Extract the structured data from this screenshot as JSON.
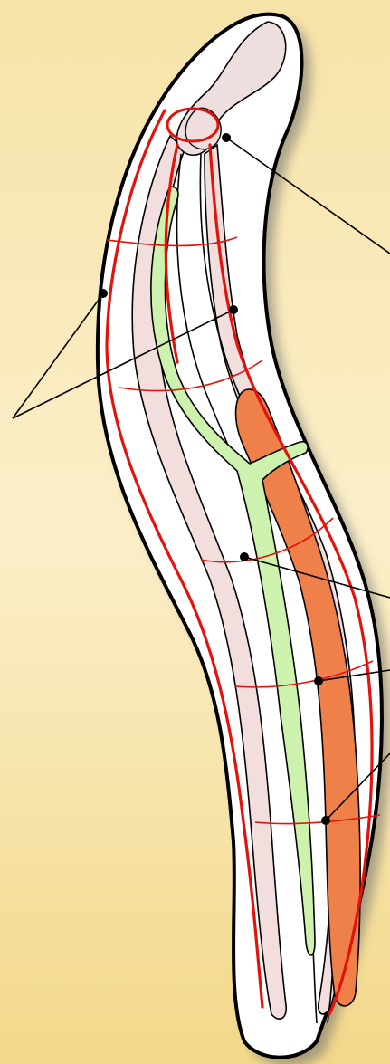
{
  "diagram": {
    "kind": "nematode-nervous-system-schematic",
    "labels": [],
    "colors": {
      "background_top": "#f7e3a8",
      "background_mid": "#fbefc9",
      "background_bottom": "#f2d88a",
      "body_fill": "#ffffff",
      "body_outline": "#000000",
      "body_shadow": "#6b6b6b",
      "muscle_fill": "#f1dedd",
      "pharynx_fill": "#efdede",
      "nerve_red": "#e3120b",
      "intestine_green": "#cdf2ad",
      "gonad_orange": "#f0804a",
      "pointer_line": "#000000"
    },
    "parts": [
      {
        "name": "nerve-ring",
        "color_key": "nerve_red"
      },
      {
        "name": "lateral-nerve-cord",
        "color_key": "nerve_red"
      },
      {
        "name": "dorsal-nerve-cord",
        "color_key": "nerve_red"
      },
      {
        "name": "ventral-nerve-cord",
        "color_key": "nerve_red"
      },
      {
        "name": "commissures",
        "color_key": "nerve_red"
      },
      {
        "name": "excretory-canal",
        "color_key": "intestine_green"
      },
      {
        "name": "gonad",
        "color_key": "gonad_orange"
      },
      {
        "name": "muscle-bands",
        "color_key": "muscle_fill"
      },
      {
        "name": "pharynx",
        "color_key": "pharynx_fill"
      }
    ],
    "callouts": [
      {
        "name": "callout-nerve-ring"
      },
      {
        "name": "callout-lateral-cords"
      },
      {
        "name": "callout-canal"
      },
      {
        "name": "callout-inner-cord"
      },
      {
        "name": "callout-posterior-cord"
      }
    ]
  }
}
